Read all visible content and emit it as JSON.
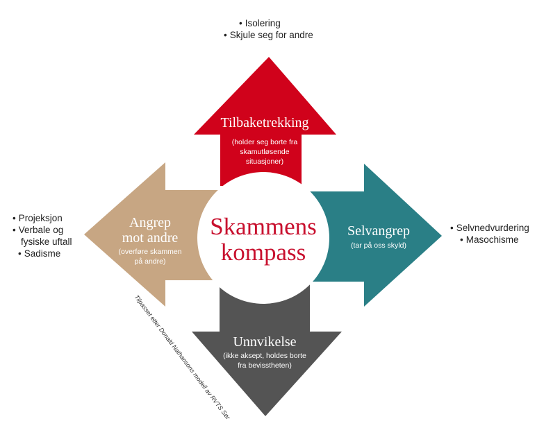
{
  "center": {
    "line1": "Skammens",
    "line2": "kompass"
  },
  "arrows": {
    "top": {
      "title": "Tilbaketrekking",
      "desc": [
        "(holder seg borte fra",
        "skamutløsende",
        "situasjoner)"
      ],
      "color": "#d0021b"
    },
    "right": {
      "title": "Selvangrep",
      "desc": [
        "(tar på oss skyld)"
      ],
      "color": "#2a7f86"
    },
    "bottom": {
      "title": "Unnvikelse",
      "desc": [
        "(ikke aksept, holdes borte",
        "fra bevisstheten)"
      ],
      "color": "#545454"
    },
    "left": {
      "title": [
        "Angrep",
        "mot andre"
      ],
      "desc": [
        "(overføre skammen",
        "på andre)"
      ],
      "color": "#c7a683"
    }
  },
  "lists": {
    "top": [
      "Isolering",
      "Skjule seg for andre"
    ],
    "right": [
      "Selvnedvurdering",
      "Masochisme"
    ],
    "left": [
      "Projeksjon",
      "Verbale og fysiske uftall",
      "Sadisme"
    ]
  },
  "credit": "Tilpasset etter Donald Nathansons modell av RVTS Sør"
}
